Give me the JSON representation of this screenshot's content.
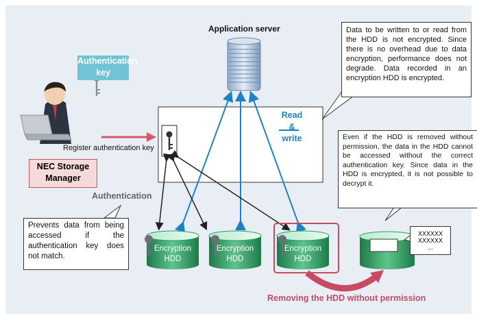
{
  "labels": {
    "application_server": "Application server",
    "authentication_key": "Authentication key",
    "register_authentication_key": "Register authentication key",
    "nec_storage_manager": "NEC Storage Manager",
    "read_write": "Read & write",
    "authentication": "Authentication",
    "removing_hdd": "Removing the HDD without permission",
    "hdd_label_line1": "Encryption",
    "hdd_label_line2": "HDD",
    "data_lines": [
      "XXXXXX",
      "XXXXXX",
      "..."
    ]
  },
  "callouts": {
    "top_right": "Data to be written to or read from the HDD is not encrypted. Since there is no overhead due to data encryption, performance does not degrade. Data recorded in an encryption HDD is encrypted.",
    "mid_right": "Even if the HDD is removed without permission, the data in the HDD cannot be accessed without the correct authentication key. Since data in the HDD is encrypted, it is not possible to decrypt it.",
    "left": "Prevents data from being accessed if the authentication key does not match."
  },
  "colors": {
    "background": "#e8eef4",
    "auth_key_box": "#6fc4d6",
    "nec_box_fill": "#f6d9d9",
    "nec_box_border": "#c0565d",
    "read_write_arrow": "#1f82c8",
    "register_arrow": "#d5586f",
    "hdd_green": "#2a9c63",
    "removal_highlight": "#c64b63"
  },
  "icons": [
    "key-icon",
    "server-icon",
    "person-laptop-icon",
    "disk-icon"
  ]
}
